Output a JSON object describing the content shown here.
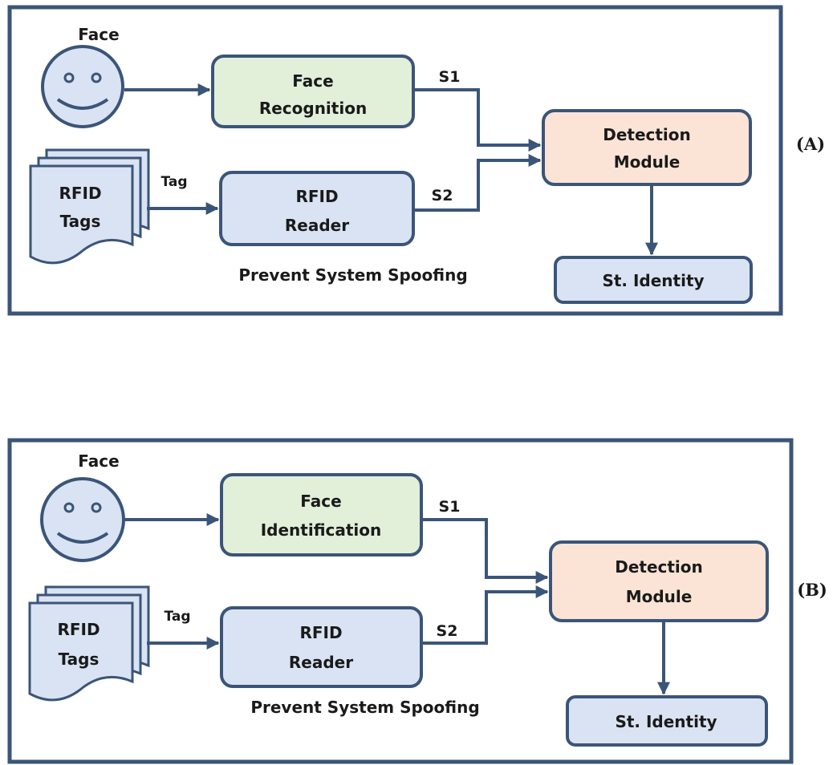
{
  "colors": {
    "frame": "#3b5579",
    "face_box": "#e2efd9",
    "rfid_box": "#dae3f3",
    "detection_box": "#fbe4d5",
    "identity_box": "#dae3f3",
    "tag_paper": "#dae3f3",
    "smiley": "#dae3f3"
  },
  "icons": {
    "face": "smiley-face-icon",
    "tags": "stacked-documents-icon"
  },
  "panels": [
    {
      "id": "A",
      "panel_label": "(A)",
      "face_label": "Face",
      "face_box": [
        "Face",
        "Recognition"
      ],
      "rfid_tags": [
        "RFID",
        "Tags"
      ],
      "tag_label": "Tag",
      "rfid_reader": [
        "RFID",
        "Reader"
      ],
      "s1": "S1",
      "s2": "S2",
      "detection": [
        "Detection",
        "Module"
      ],
      "identity": "St. Identity",
      "caption": "Prevent System Spoofing"
    },
    {
      "id": "B",
      "panel_label": "(B)",
      "face_label": "Face",
      "face_box": [
        "Face",
        "Identification"
      ],
      "rfid_tags": [
        "RFID",
        "Tags"
      ],
      "tag_label": "Tag",
      "rfid_reader": [
        "RFID",
        "Reader"
      ],
      "s1": "S1",
      "s2": "S2",
      "detection": [
        "Detection",
        "Module"
      ],
      "identity": "St. Identity",
      "caption": "Prevent System Spoofing"
    }
  ]
}
